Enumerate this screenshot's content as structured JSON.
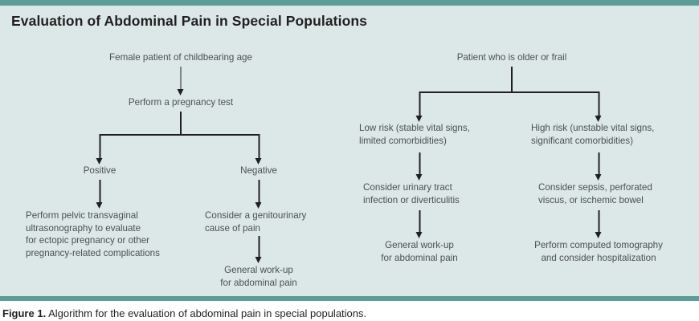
{
  "panel": {
    "title": "Evaluation of Abdominal Pain in Special Populations",
    "accent_color": "#5d9d98",
    "background_color": "#dce8e7",
    "text_color": "#4a4f50",
    "line_color": "#231f20"
  },
  "caption": {
    "label": "Figure 1.",
    "text": "Algorithm for the evaluation of abdominal pain in special populations."
  },
  "flow_left": {
    "root": "Female patient of childbearing age",
    "step2": "Perform a pregnancy test",
    "branch_positive": {
      "label": "Positive",
      "action": "Perform pelvic transvaginal\nultrasonography to evaluate\nfor ectopic pregnancy or other\npregnancy-related complications"
    },
    "branch_negative": {
      "label": "Negative",
      "action": "Consider a genitourinary\ncause of pain",
      "outcome": "General work-up\nfor abdominal pain"
    }
  },
  "flow_right": {
    "root": "Patient who is older or frail",
    "branch_low": {
      "label": "Low risk (stable vital signs,\nlimited comorbidities)",
      "action": "Consider urinary tract\ninfection or diverticulitis",
      "outcome": "General work-up\nfor abdominal pain"
    },
    "branch_high": {
      "label": "High risk (unstable vital signs,\nsignificant comorbidities)",
      "action": "Consider sepsis, perforated\nviscus, or ischemic bowel",
      "outcome": "Perform computed tomography\nand consider hospitalization"
    }
  }
}
